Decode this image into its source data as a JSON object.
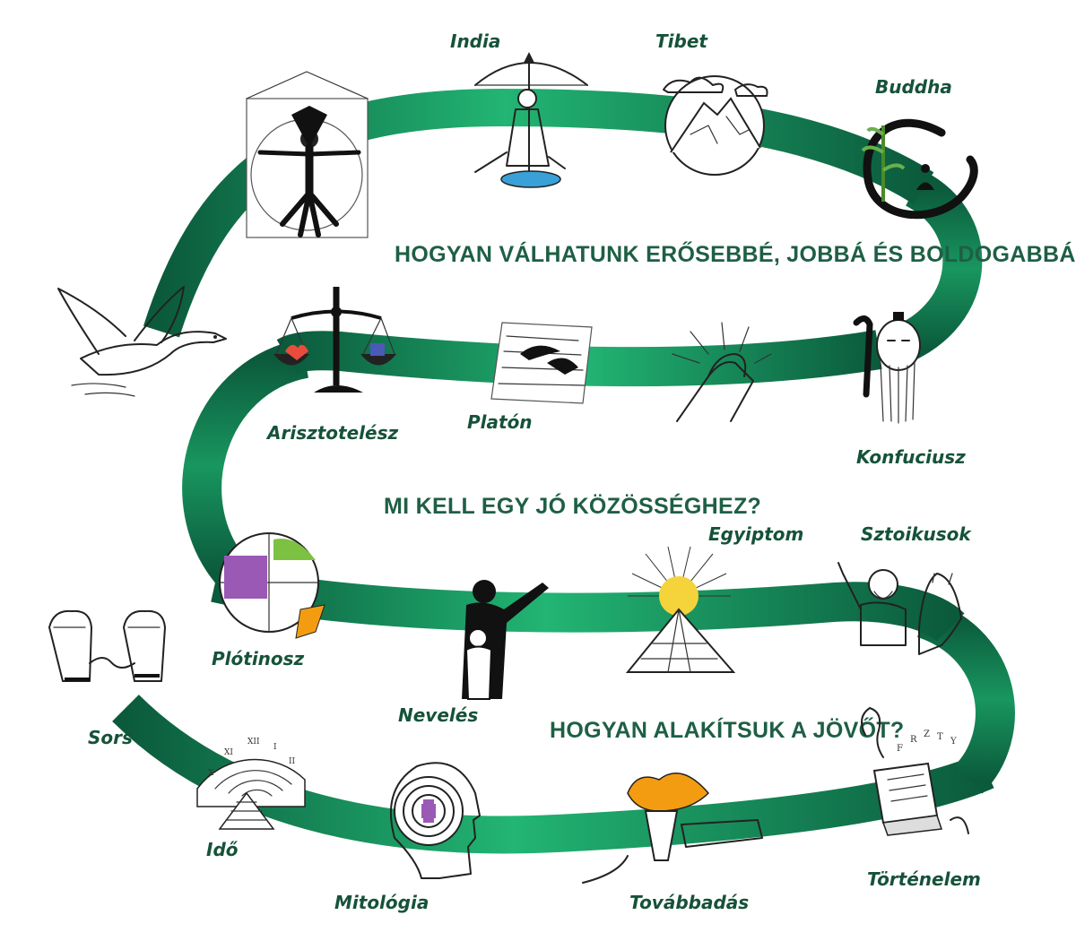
{
  "colors": {
    "ribbon_light": "#22b573",
    "ribbon_dark": "#0b5a3c",
    "text_green": "#16523a",
    "question_green": "#1e5f45",
    "gold": "#f5d33a",
    "purple": "#9b59b6",
    "lime": "#7dc142",
    "orange": "#f39c12",
    "red": "#e74c3c",
    "water": "#3aa0d8"
  },
  "questions": {
    "q1": "HOGYAN VÁLHATUNK ERŐSEBBÉ, JOBBÁ ÉS BOLDOGABBÁ?",
    "q2": "MI KELL EGY JÓ KÖZÖSSÉGHEZ?",
    "q3": "HOGYAN ALAKÍTSUK A JÖVŐT?"
  },
  "topics": {
    "india": "India",
    "tibet": "Tibet",
    "buddha": "Buddha",
    "arisztotelesz": "Arisztotelész",
    "platon": "Platón",
    "konfuciusz": "Konfuciusz",
    "egyiptom": "Egyiptom",
    "sztoikusok": "Sztoikusok",
    "plotinosz": "Plótinosz",
    "neveles": "Nevelés",
    "sors": "Sors",
    "ido": "Idő",
    "mitologia": "Mitológia",
    "tovabbadas": "Továbbadás",
    "tortenelem": "Történelem"
  },
  "icons": {
    "vitruvian": "vitruvian-man-icon",
    "archer": "archer-icon",
    "mountain": "mountain-icon",
    "enso": "enso-buddha-icon",
    "swan": "swan-icon",
    "scales": "scales-icon",
    "cave": "plato-cave-icon",
    "handshake": "handshake-icon",
    "confucius": "confucius-icon",
    "puzzle": "puzzle-brain-icon",
    "teacher": "teacher-child-icon",
    "pyramid": "pyramid-sun-icon",
    "stoics": "stoic-statue-icon",
    "chains": "chained-fists-icon",
    "clock": "spiral-clock-icon",
    "labyrinth": "labyrinth-head-icon",
    "torch": "torch-icon",
    "book": "history-book-icon"
  }
}
